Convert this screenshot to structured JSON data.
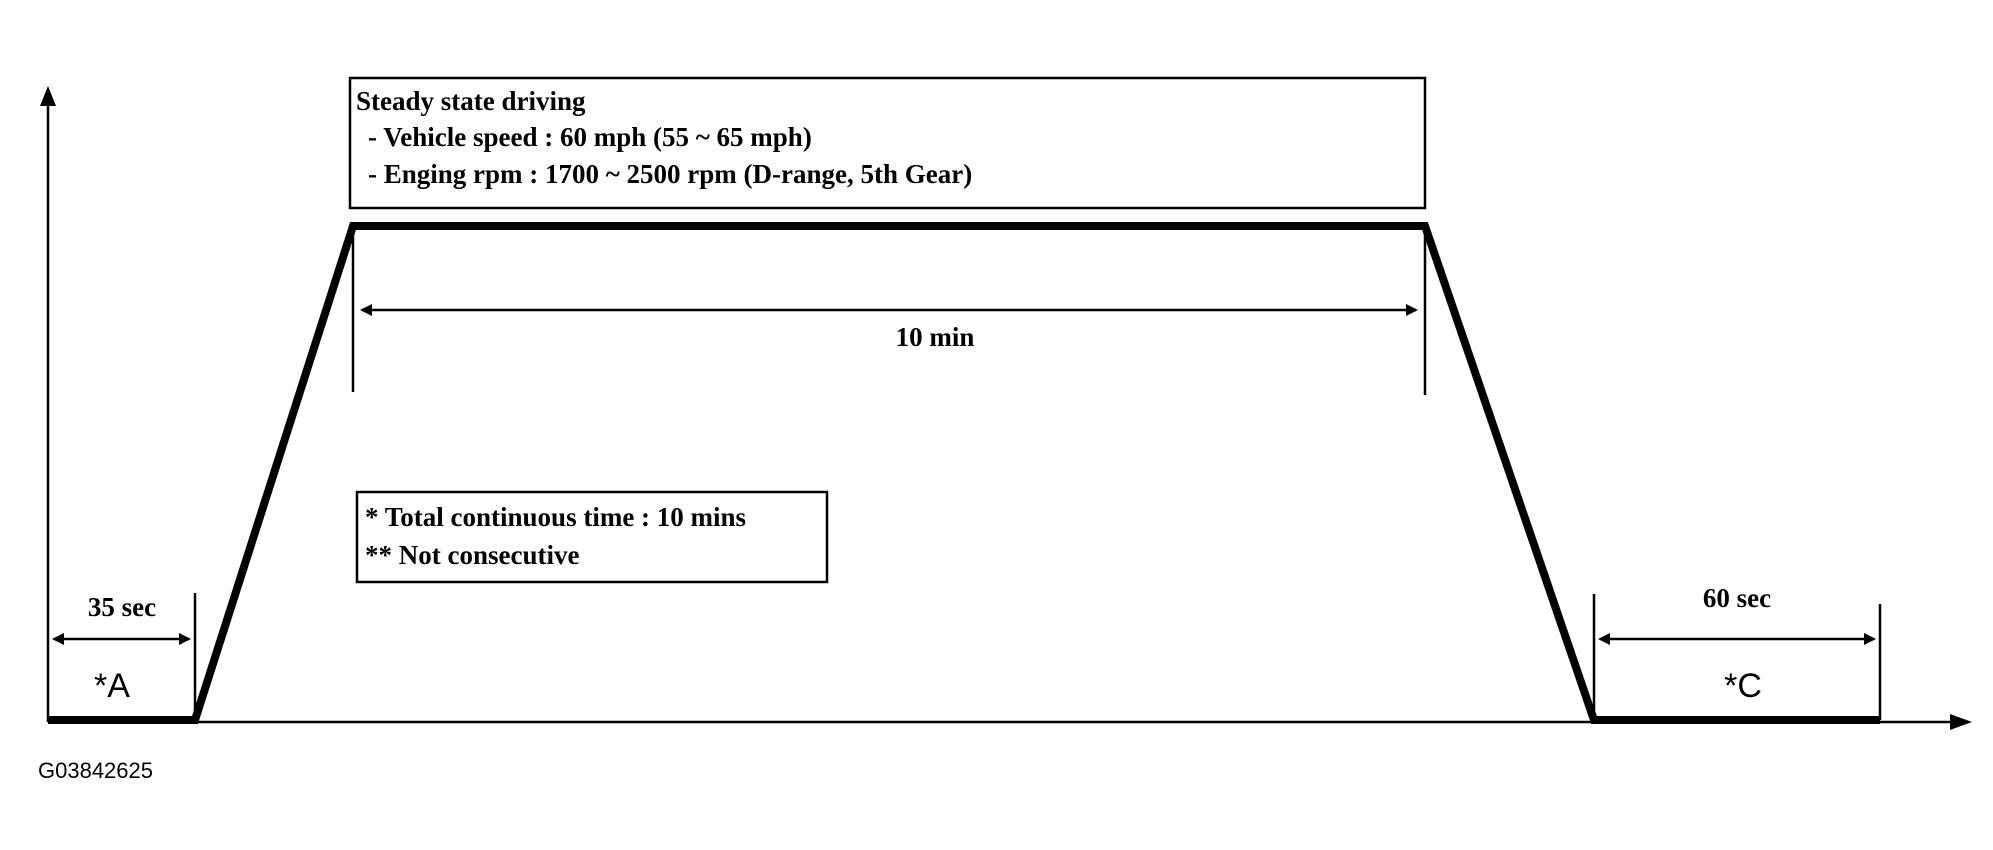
{
  "steady_box": {
    "title": "Steady state driving",
    "line1": "- Vehicle speed : 60 mph (55 ~ 65 mph)",
    "line2": "- Enging rpm : 1700 ~ 2500 rpm (D-range, 5th Gear)"
  },
  "steady_duration_label": "10 min",
  "note_box": {
    "line1": "* Total continuous time : 10 mins",
    "line2": "** Not consecutive"
  },
  "phase_a": {
    "duration_label": "35 sec",
    "marker": "*A"
  },
  "phase_c": {
    "duration_label": "60 sec",
    "marker": "*C"
  },
  "figure_id": "G03842625"
}
